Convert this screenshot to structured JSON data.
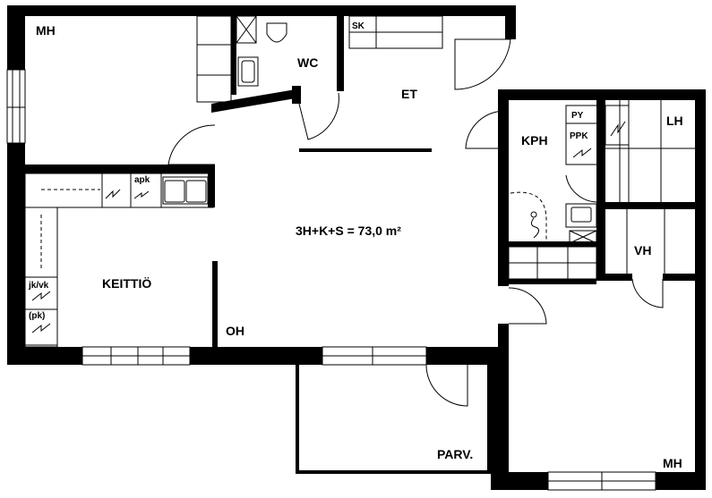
{
  "rooms": {
    "mh_top": "MH",
    "wc": "WC",
    "sk": "SK",
    "et": "ET",
    "kph": "KPH",
    "py": "PY",
    "ppk": "PPK",
    "lh": "LH",
    "apk": "apk",
    "vh": "VH",
    "keittio": "KEITTIÖ",
    "jkvk": "jk/vk",
    "pk": "(pk)",
    "oh": "OH",
    "parv": "PARV.",
    "mh_bottom": "MH"
  },
  "area_text": "3H+K+S = 73,0 m²"
}
